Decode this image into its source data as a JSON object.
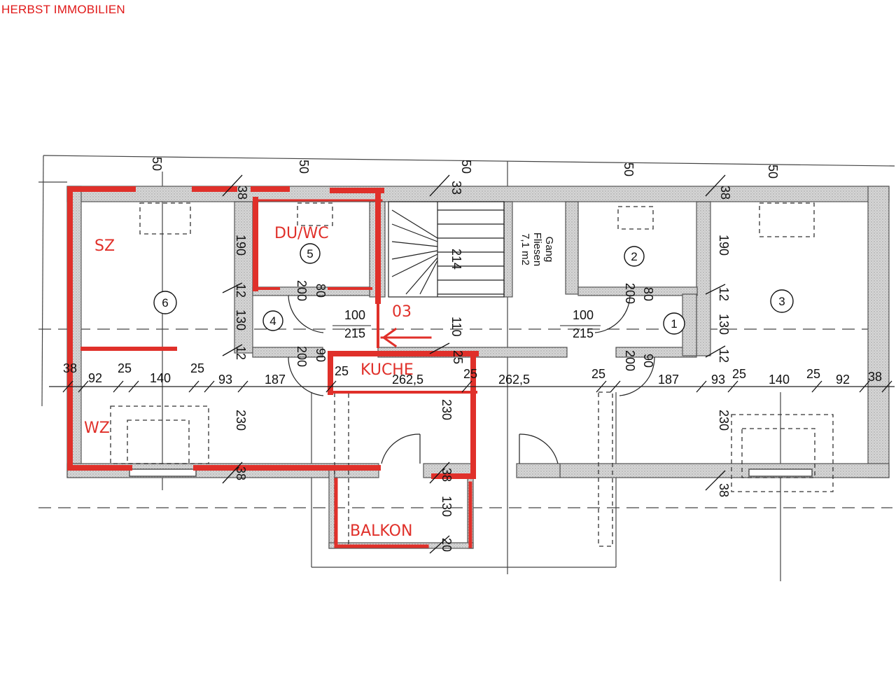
{
  "brand": {
    "title": "HERBST IMMOBILIEN",
    "color": "#e01818"
  },
  "colors": {
    "wall": "#cfcfcf",
    "wall_stroke": "#555555",
    "red_marker": "#e0302a",
    "ink": "#111111"
  },
  "rooms": {
    "sz": "SZ",
    "du_wc": "DU/WC",
    "kueche": "KUCHE",
    "wz": "WZ",
    "balkon": "BALKON",
    "marker": "03"
  },
  "room_numbers": [
    "6",
    "5",
    "4",
    "2",
    "1",
    "3"
  ],
  "gang": {
    "line1": "Gang",
    "line2": "Fliesen",
    "line3": "7,1 m2"
  },
  "dims_horizontal": {
    "left_38": "38",
    "left_92": "92",
    "left_25a": "25",
    "left_140": "140",
    "left_25b": "25",
    "left_93": "93",
    "left_187": "187",
    "mid_25a": "25",
    "mid_2625a": "262,5",
    "mid_25b": "25",
    "mid_2625b": "262,5",
    "mid_25c": "25",
    "right_187": "187",
    "right_93": "93",
    "right_25a": "25",
    "right_140": "140",
    "right_25b": "25",
    "right_92": "92",
    "right_38": "38",
    "door_100a": "100",
    "door_215a": "215",
    "door_100b": "100",
    "door_215b": "215"
  },
  "dims_vertical": {
    "l_38": "38",
    "l_190": "190",
    "l_12a": "12",
    "l_130": "130",
    "l_12b": "12",
    "l_230": "230",
    "l_38b": "38",
    "d_80a": "80",
    "d_200a": "200",
    "d_90a": "90",
    "d_200b": "200",
    "s_33": "33",
    "s_214": "214",
    "s_110": "110",
    "s_25": "25",
    "d_80b": "80",
    "d_200c": "200",
    "d_90b": "90",
    "d_200d": "200",
    "r_38": "38",
    "r_190": "190",
    "r_12a": "12",
    "r_130": "130",
    "r_12b": "12",
    "r_230": "230",
    "r_38b": "38",
    "k_230": "230",
    "k_38": "38",
    "b_130": "130",
    "b_20": "20",
    "top_a": "50",
    "top_b": "50",
    "top_c": "50",
    "top_d": "50",
    "top_e": "50"
  }
}
